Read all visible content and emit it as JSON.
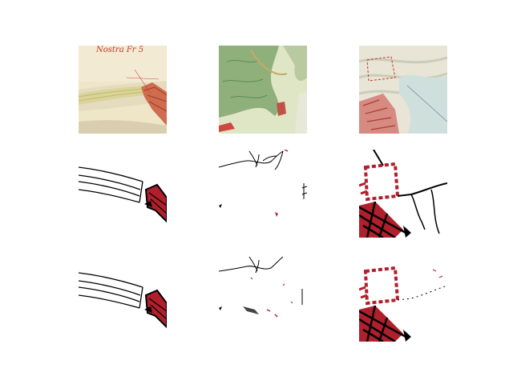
{
  "figure": {
    "rows": [
      {
        "name": "historical-map-crops",
        "tiles": [
          {
            "name": "map-crop-1",
            "handwriting": "Nostra Fr 5"
          },
          {
            "name": "map-crop-2"
          },
          {
            "name": "map-crop-3"
          }
        ]
      },
      {
        "name": "ground-truth-masks",
        "tiles": [
          {
            "name": "mask-1"
          },
          {
            "name": "mask-2"
          },
          {
            "name": "mask-3"
          }
        ]
      },
      {
        "name": "predicted-masks",
        "tiles": [
          {
            "name": "prediction-1"
          },
          {
            "name": "prediction-2"
          },
          {
            "name": "prediction-3"
          }
        ]
      }
    ],
    "colors": {
      "background": "#ffffff",
      "building_red": "#b01f2c",
      "ink_black": "#000000",
      "parchment": "#efe6c8",
      "map_green": "#8fb07a",
      "water_blue": "#cfe0dc"
    }
  }
}
